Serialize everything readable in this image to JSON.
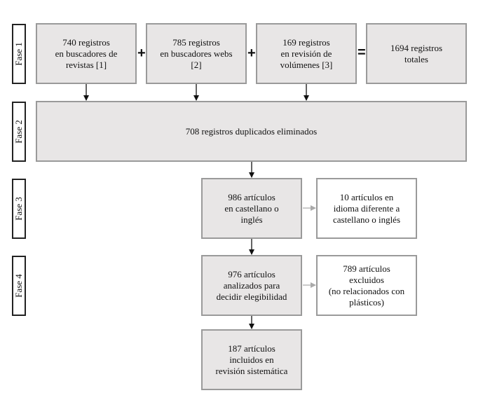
{
  "phases": [
    "Fase 1",
    "Fase 2",
    "Fase 3",
    "Fase 4"
  ],
  "phase1": {
    "box1": "740 registros\nen buscadores de\nrevistas [1]",
    "box2": "785 registros\nen buscadores webs\n[2]",
    "box3": "169 registros\nen revisión de\nvolúmenes [3]",
    "total": "1694 registros\ntotales",
    "plus": "+",
    "equals": "="
  },
  "phase2": {
    "duplicates": "708 registros duplicados eliminados"
  },
  "phase3": {
    "kept": "986 artículos\nen castellano o\ninglés",
    "excluded": "10 artículos en\nidioma diferente a\ncastellano o inglés"
  },
  "phase4": {
    "analyzed": "976 artículos\nanalizados para\ndecidir elegibilidad",
    "excluded": "789 artículos\nexcluidos\n(no relacionados con\nplásticos)",
    "included": "187 artículos\nincluidos en\nrevisión sistemática"
  }
}
